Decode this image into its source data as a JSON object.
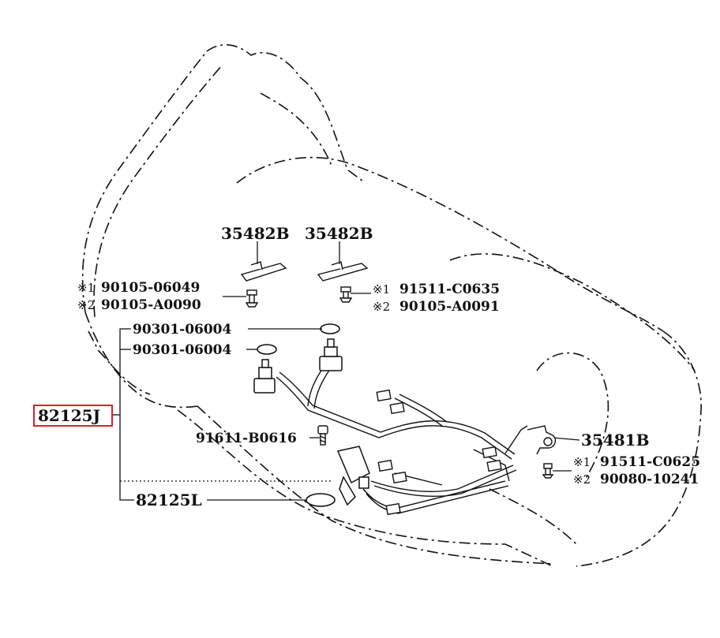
{
  "colors": {
    "line": "#111111",
    "highlight": "#e01e2a",
    "background": "#ffffff"
  },
  "parts": {
    "bracket_left": "35482B",
    "bracket_right": "35482B",
    "bolt_left_1": "90105-06049",
    "bolt_left_2": "90105-A0090",
    "bolt_right_1": "91511-C0635",
    "bolt_right_2": "90105-A0091",
    "oring_upper": "90301-06004",
    "oring_lower": "90301-06004",
    "harness_main": "82125J",
    "clip_bolt": "91611-B0616",
    "clamp_right": "35481B",
    "bolt_clamp_1": "91511-C0625",
    "bolt_clamp_2": "90080-10241",
    "gasket": "82125L"
  },
  "markers": {
    "m1": "※1",
    "m2": "※2"
  }
}
